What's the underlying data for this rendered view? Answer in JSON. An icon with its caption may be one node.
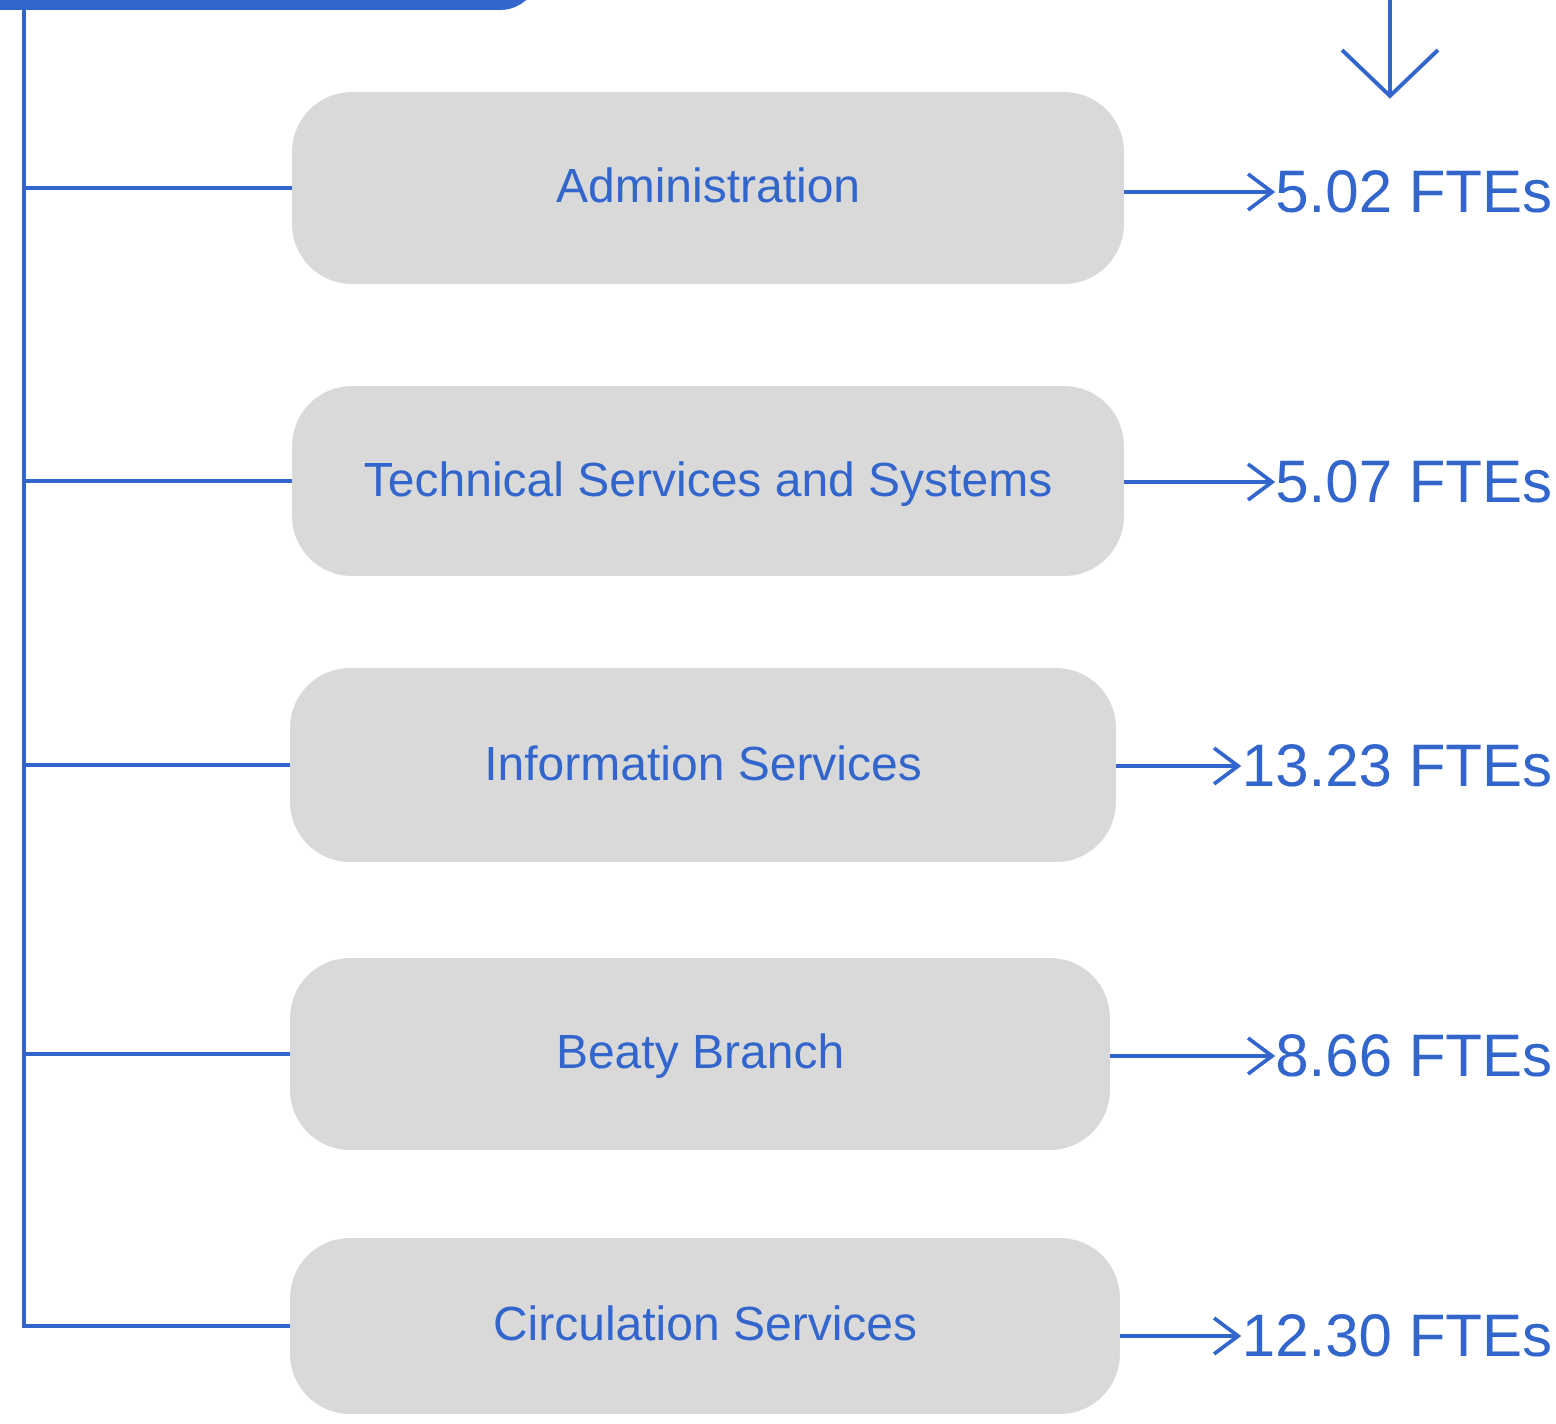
{
  "diagram": {
    "nodes": [
      {
        "text": [],
        "shape": "box"
      },
      {
        "text": [
          "Administration"
        ]
      },
      {
        "text": [
          "Technical Services and Systems"
        ]
      },
      {
        "text": [
          "Information Services"
        ]
      },
      {
        "text": [
          "Beaty Branch"
        ]
      },
      {
        "text": [
          "Circulation Services"
        ]
      },
      {
        "text": [
          "5.02 FTEs"
        ]
      },
      {
        "text": [
          "5.07 FTEs"
        ]
      },
      {
        "text": [
          "13.23 FTEs"
        ]
      },
      {
        "text": [
          "8.66 FTEs"
        ]
      },
      {
        "text": [
          "12.30 FTEs"
        ]
      }
    ],
    "edges": [
      {
        "from": 0,
        "to": 1,
        "arrow": "none"
      },
      {
        "from": 0,
        "to": 2,
        "arrow": "none"
      },
      {
        "from": 0,
        "to": 3,
        "arrow": "none"
      },
      {
        "from": 0,
        "to": 4,
        "arrow": "none"
      },
      {
        "from": 0,
        "to": 5,
        "arrow": "none"
      },
      {
        "from": 1,
        "to": 6,
        "arrow": "to"
      },
      {
        "from": 2,
        "to": 7,
        "arrow": "to"
      },
      {
        "from": 3,
        "to": 8,
        "arrow": "to"
      },
      {
        "from": 4,
        "to": 9,
        "arrow": "to"
      },
      {
        "from": 5,
        "to": 10,
        "arrow": "to"
      }
    ]
  }
}
